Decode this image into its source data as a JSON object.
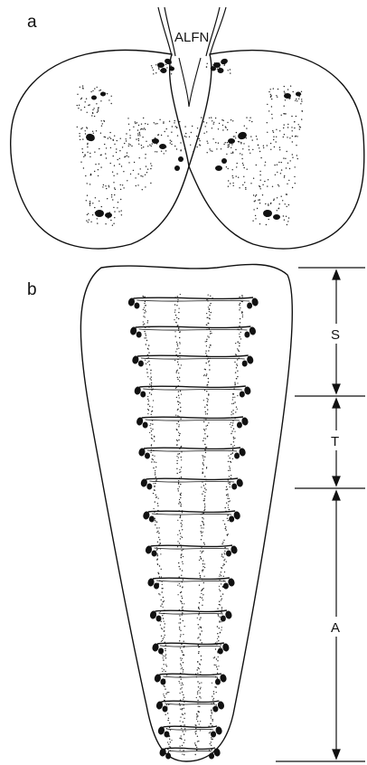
{
  "panels": {
    "a": {
      "letter": "a",
      "nerve_label": "ALFN"
    },
    "b": {
      "letter": "b"
    }
  },
  "regions": [
    {
      "id": "S",
      "label": "S"
    },
    {
      "id": "T",
      "label": "T"
    },
    {
      "id": "A",
      "label": "A"
    }
  ],
  "colors": {
    "ink": "#111111",
    "paper": "#ffffff"
  }
}
